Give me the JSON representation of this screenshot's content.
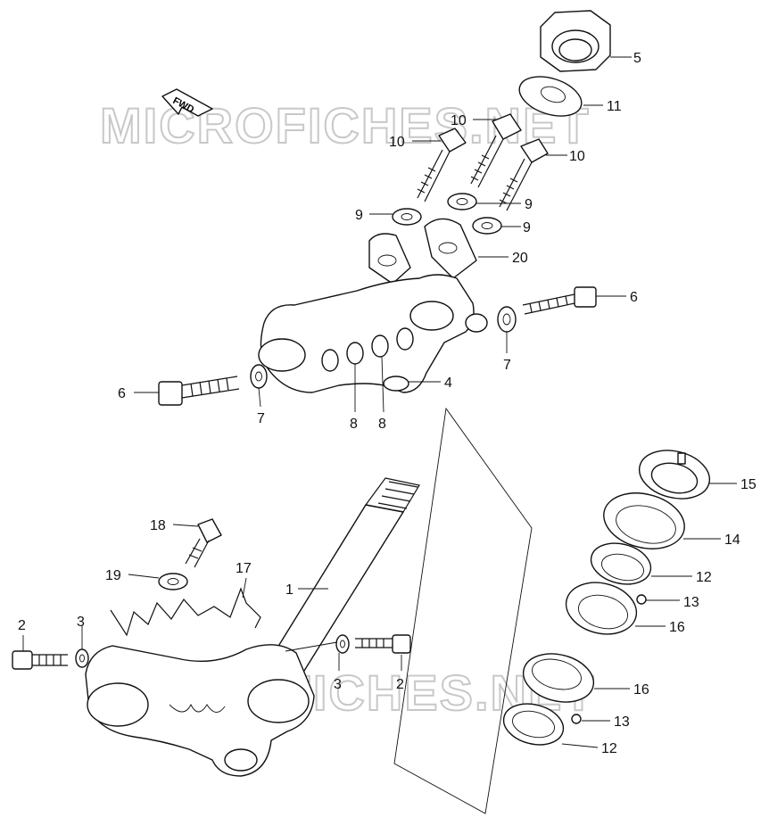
{
  "watermarks": [
    "MICROFICHES.NET",
    "MICROFICHES.NET"
  ],
  "fwd_label": "FWD",
  "callouts": {
    "c5": "5",
    "c11": "11",
    "c10a": "10",
    "c10b": "10",
    "c10c": "10",
    "c9a": "9",
    "c9b": "9",
    "c9c": "9",
    "c20": "20",
    "c6a": "6",
    "c6b": "6",
    "c7a": "7",
    "c7b": "7",
    "c4": "4",
    "c8a": "8",
    "c8b": "8",
    "c15": "15",
    "c14": "14",
    "c12a": "12",
    "c13a": "13",
    "c16a": "16",
    "c16b": "16",
    "c13b": "13",
    "c12b": "12",
    "c18": "18",
    "c17": "17",
    "c19": "19",
    "c1": "1",
    "c2a": "2",
    "c3a": "3",
    "c3b": "3",
    "c2b": "2"
  },
  "colors": {
    "ink": "#111111",
    "paper": "#ffffff",
    "watermark": "#c8c8c8"
  }
}
